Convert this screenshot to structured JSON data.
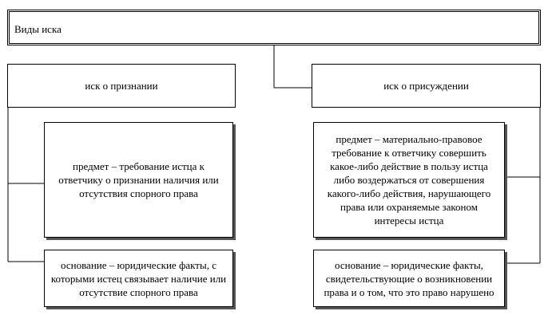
{
  "root": {
    "label": "Виды иска"
  },
  "left": {
    "title": "иск о признании",
    "subject": "предмет – требование истца к ответчику о признании наличия или отсутствия спорного права",
    "basis": "основание – юридические факты, с которыми истец связывает наличие или отсутствие спорного права"
  },
  "right": {
    "title": "иск о присуждении",
    "subject": "предмет – материально-правовое требование к ответчику совершить какое-либо действие в пользу истца либо воздержаться от совершения какого-либо действия, нарушающего права или охраняемые законом интересы истца",
    "basis": "основание – юридические факты, свидетельствующие о возникновении права и о том, что это право нарушено"
  }
}
